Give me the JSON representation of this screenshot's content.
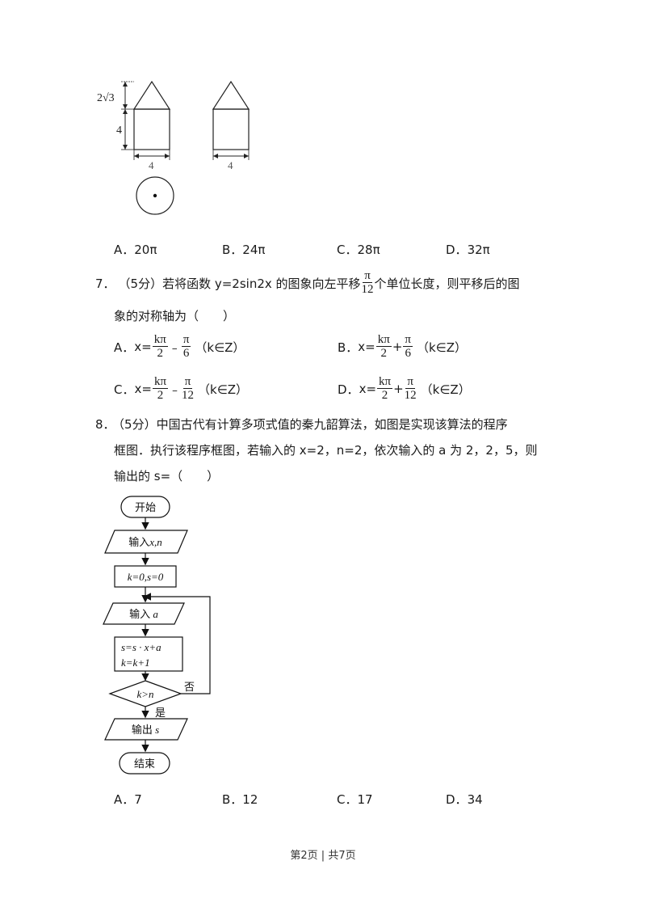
{
  "q6": {
    "figure": {
      "dim_root": "2√3",
      "dim_height": "4",
      "dim_width_left": "4",
      "dim_width_right": "4"
    },
    "options": [
      {
        "label": "A．",
        "text": "20π"
      },
      {
        "label": "B．",
        "text": "24π"
      },
      {
        "label": "C．",
        "text": "28π"
      },
      {
        "label": "D．",
        "text": "32π"
      }
    ]
  },
  "q7": {
    "number": "7．",
    "stem_a": "（5分）若将函数 y=2sin2x 的图象向左平移",
    "shift_num": "π",
    "shift_den": "12",
    "stem_b": "个单位长度，则平移后的图",
    "stem_c": "象的对称轴为（　　）",
    "options": [
      {
        "label": "A．",
        "prefix": "x=",
        "k_num": "kπ",
        "k_den": "2",
        "op": "﹣",
        "p_num": "π",
        "p_den": "6",
        "suffix": "（k∈Z）"
      },
      {
        "label": "B．",
        "prefix": "x=",
        "k_num": "kπ",
        "k_den": "2",
        "op": "+",
        "p_num": "π",
        "p_den": "6",
        "suffix": "（k∈Z）"
      },
      {
        "label": "C．",
        "prefix": "x=",
        "k_num": "kπ",
        "k_den": "2",
        "op": "﹣",
        "p_num": "π",
        "p_den": "12",
        "suffix": "（k∈Z）"
      },
      {
        "label": "D．",
        "prefix": "x=",
        "k_num": "kπ",
        "k_den": "2",
        "op": "+",
        "p_num": "π",
        "p_den": "12",
        "suffix": "（k∈Z）"
      }
    ]
  },
  "q8": {
    "number": "8．",
    "line1": "（5分）中国古代有计算多项式值的秦九韶算法，如图是实现该算法的程序",
    "line2": "框图．执行该程序框图，若输入的 x=2，n=2，依次输入的 a 为 2，2，5，则",
    "line3": "输出的 s=（　　）",
    "flowchart": {
      "start": "开始",
      "input_xn_label": "输入",
      "input_xn_vars": "x,n",
      "init": "k=0,s=0",
      "input_a_label": "输入",
      "input_a_var": "a",
      "update_s": "s=s · x+a",
      "update_k": "k=k+1",
      "condition": "k>n",
      "no": "否",
      "yes": "是",
      "output_label": "输出",
      "output_var": "s",
      "end": "结束"
    },
    "options": [
      {
        "label": "A．",
        "text": "7"
      },
      {
        "label": "B．",
        "text": "12"
      },
      {
        "label": "C．",
        "text": "17"
      },
      {
        "label": "D．",
        "text": "34"
      }
    ]
  },
  "footer": {
    "page": "第2页 | 共7页"
  }
}
